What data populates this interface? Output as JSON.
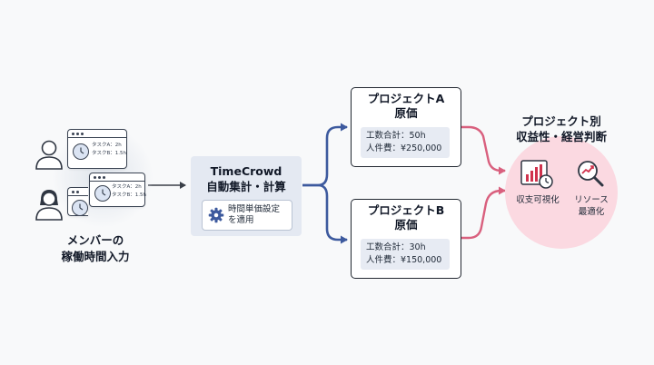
{
  "members": {
    "label_line1": "メンバーの",
    "label_line2": "稼働時間入力",
    "screens": [
      {
        "task_a": "タスクA：2h",
        "task_b": "タスクB：1.5h"
      },
      {
        "task_a": "タスクA：2h",
        "task_b": "タスクB：1.5h"
      }
    ]
  },
  "timecrowd": {
    "title_line1": "TimeCrowd",
    "title_line2": "自動集計・計算",
    "setting_line1": "時間単価設定",
    "setting_line2": "を適用"
  },
  "projects": [
    {
      "title_line1": "プロジェクトA",
      "title_line2": "原価",
      "hours": "工数合計：50h",
      "cost": "人件費：¥250,000"
    },
    {
      "title_line1": "プロジェクトB",
      "title_line2": "原価",
      "hours": "工数合計：30h",
      "cost": "人件費：¥150,000"
    }
  ],
  "profitability": {
    "title_line1": "プロジェクト別",
    "title_line2": "収益性・経営判断",
    "visualize_label": "収支可視化",
    "optimize_line1": "リソース",
    "optimize_line2": "最適化"
  },
  "colors": {
    "blue_arrow": "#3d5a9e",
    "pink_arrow": "#d9607e",
    "pink_bg": "#fbd9e1",
    "box_bg": "#e4e9f2",
    "bar_red": "#d0324d"
  }
}
